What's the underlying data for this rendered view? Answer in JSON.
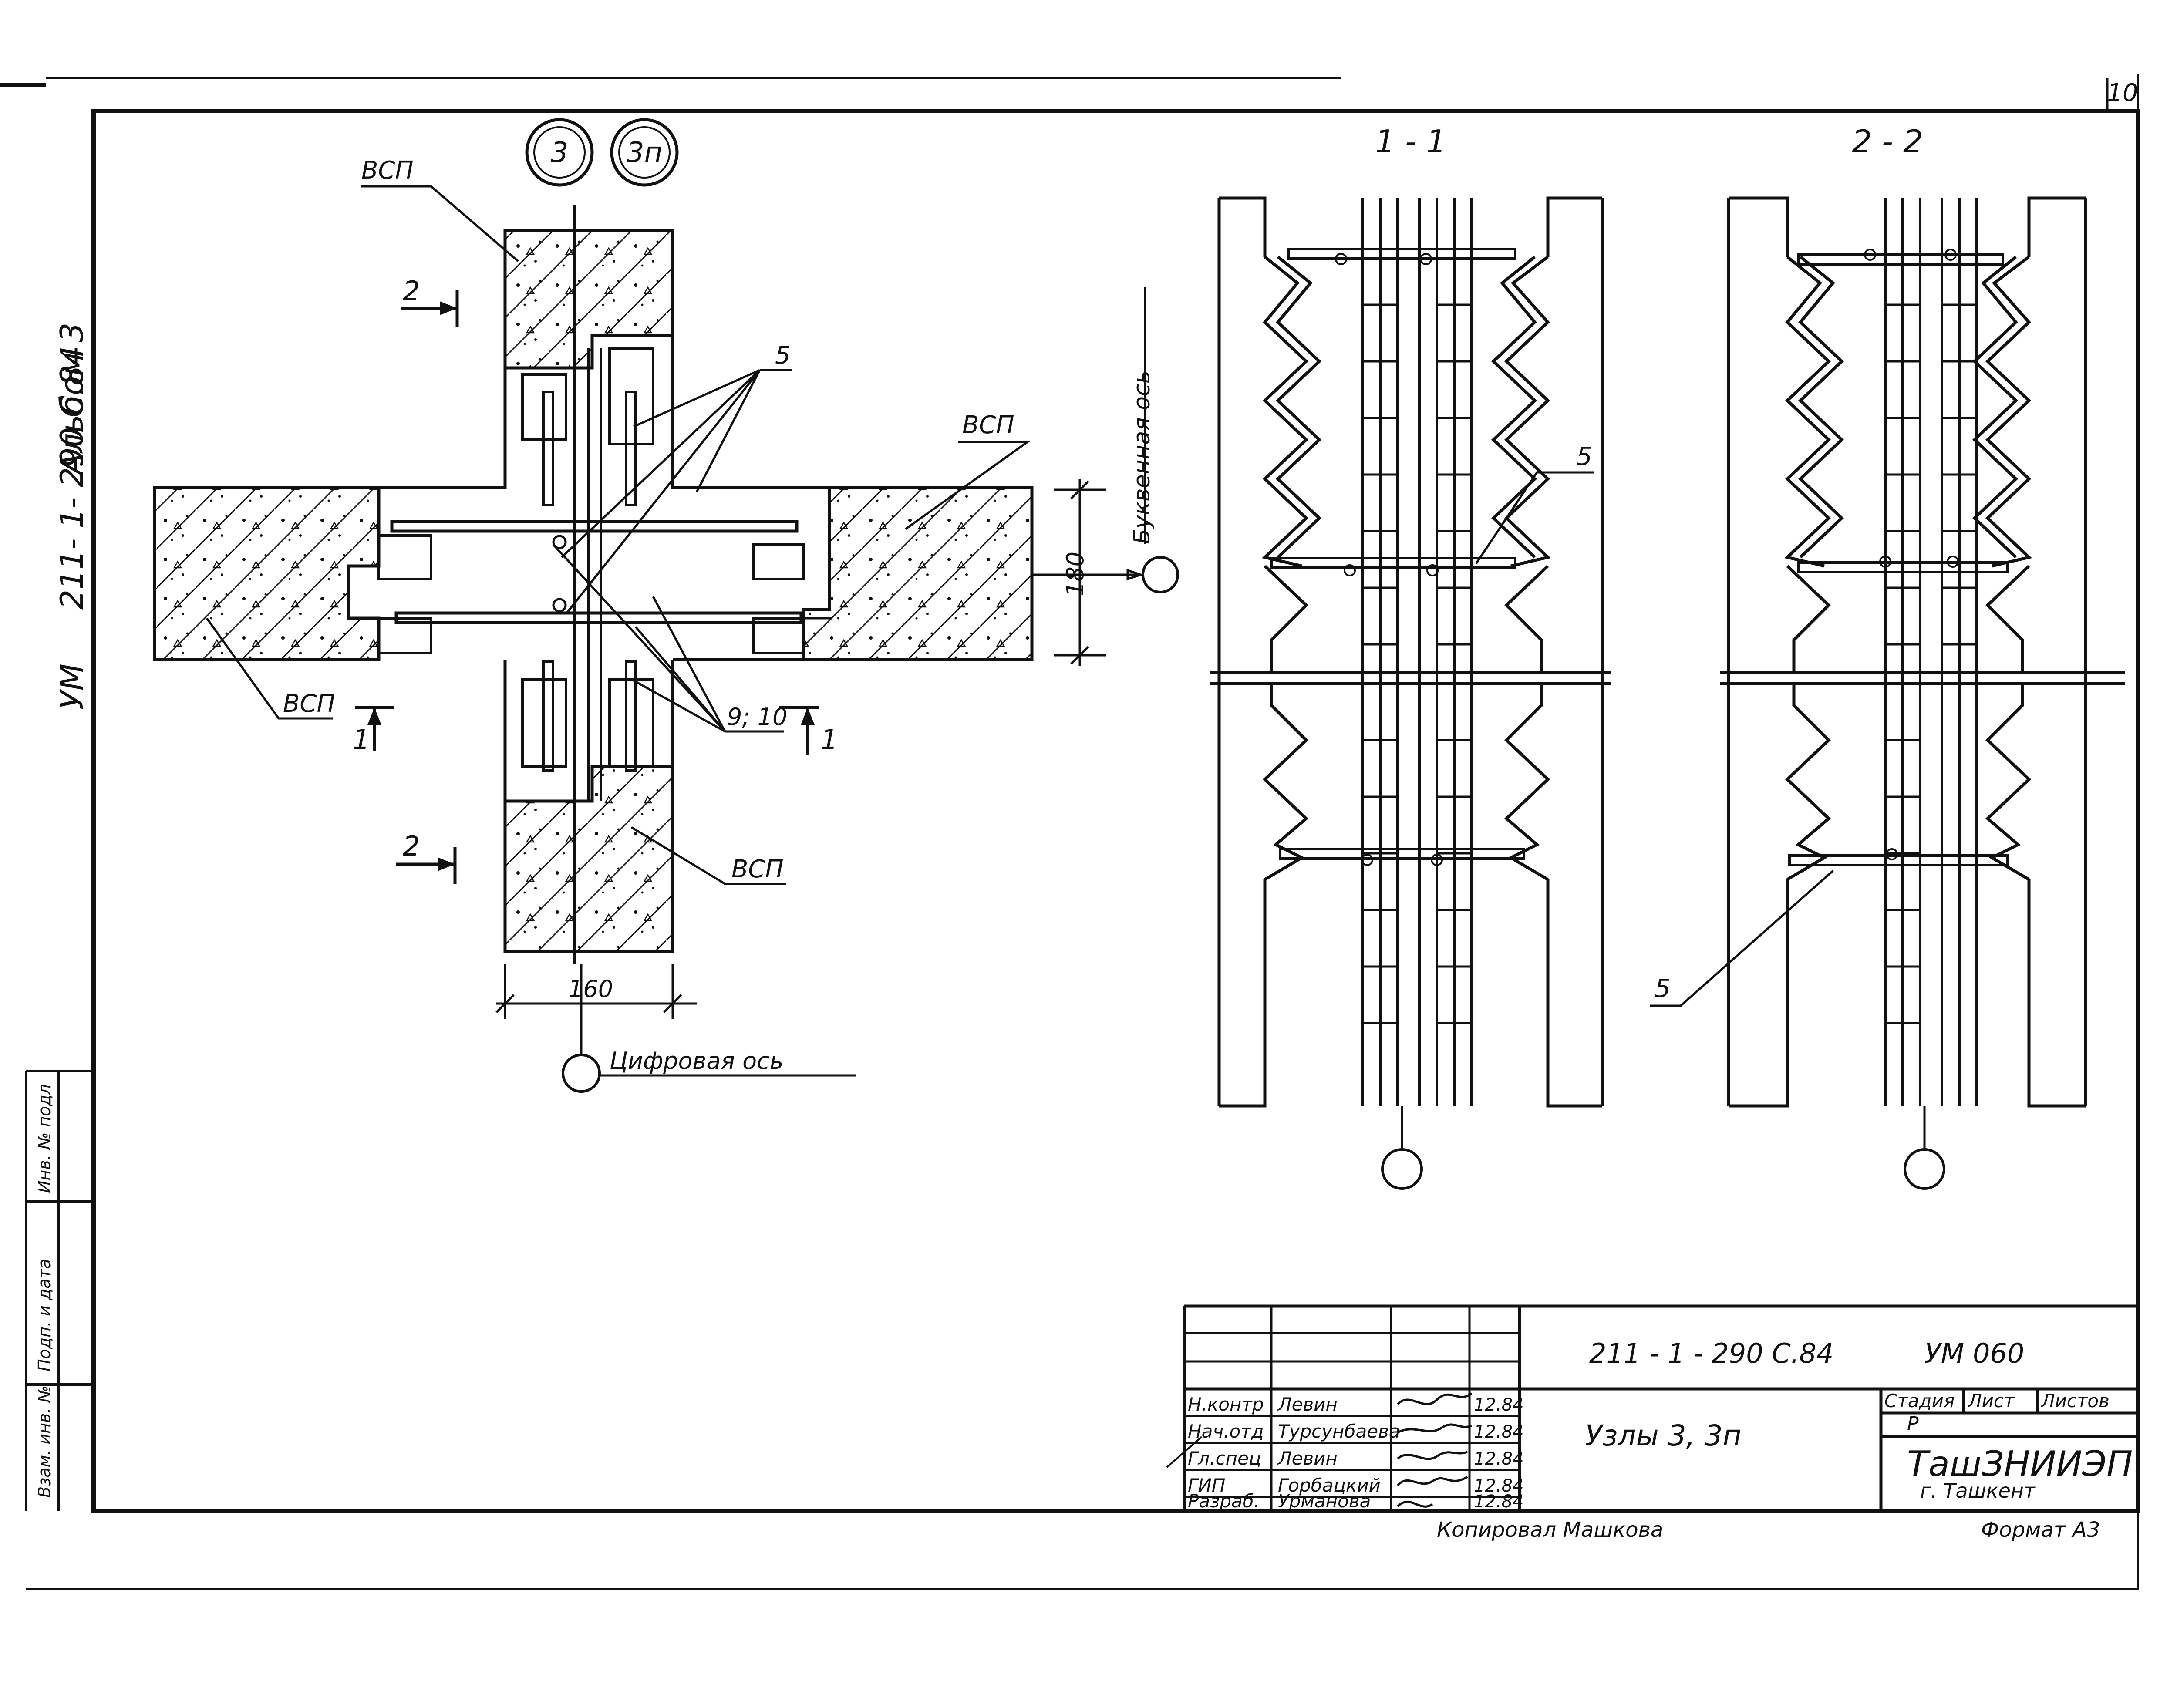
{
  "page_number": "10",
  "side_stamp": {
    "album": "Альбом 3",
    "code": "УМ",
    "doc": "211- 1- 290 С.84"
  },
  "side_table": {
    "c1": "Инв. № подл",
    "c2": "Подп. и дата",
    "c3": "Взам. инв. №"
  },
  "plan": {
    "node_marks": [
      "3",
      "3п"
    ],
    "labels": {
      "vsp_top": "ВСП",
      "vsp_right": "ВСП",
      "vsp_left": "ВСП",
      "vsp_bottom": "ВСП",
      "item5": "5",
      "item910": "9; 10",
      "dim_180": "180",
      "dim_160": "160",
      "letter_axis": "Буквенная ось",
      "digit_axis": "Цифровая ось",
      "cut2_top": "2",
      "cut2_bottom": "2",
      "cut1_left": "1",
      "cut1_right": "1"
    }
  },
  "sections": {
    "s1_title": "1 - 1",
    "s2_title": "2 - 2",
    "s1_item": "5",
    "s2_item": "5"
  },
  "title_block": {
    "doc_code": "211 - 1 - 290 С.84",
    "sheet_code": "УМ 060",
    "title": "Узлы   3, 3п",
    "headers": [
      "Стадия",
      "Лист",
      "Листов"
    ],
    "stage": "Р",
    "org": "ТашЗНИИЭП",
    "city": "г. Ташкент",
    "rows": [
      {
        "role": "Н.контр",
        "name": "Левин",
        "date": "12.84"
      },
      {
        "role": "Нач.отд",
        "name": "Турсунбаева",
        "date": "12.84"
      },
      {
        "role": "Гл.спец",
        "name": "Левин",
        "date": "12.84"
      },
      {
        "role": "ГИП",
        "name": "Горбацкий",
        "date": "12.84"
      },
      {
        "role": "Разраб.",
        "name": "Урманова",
        "date": "12.84"
      }
    ]
  },
  "footer": {
    "copied": "Копировал Машкова",
    "format": "Формат А3"
  }
}
